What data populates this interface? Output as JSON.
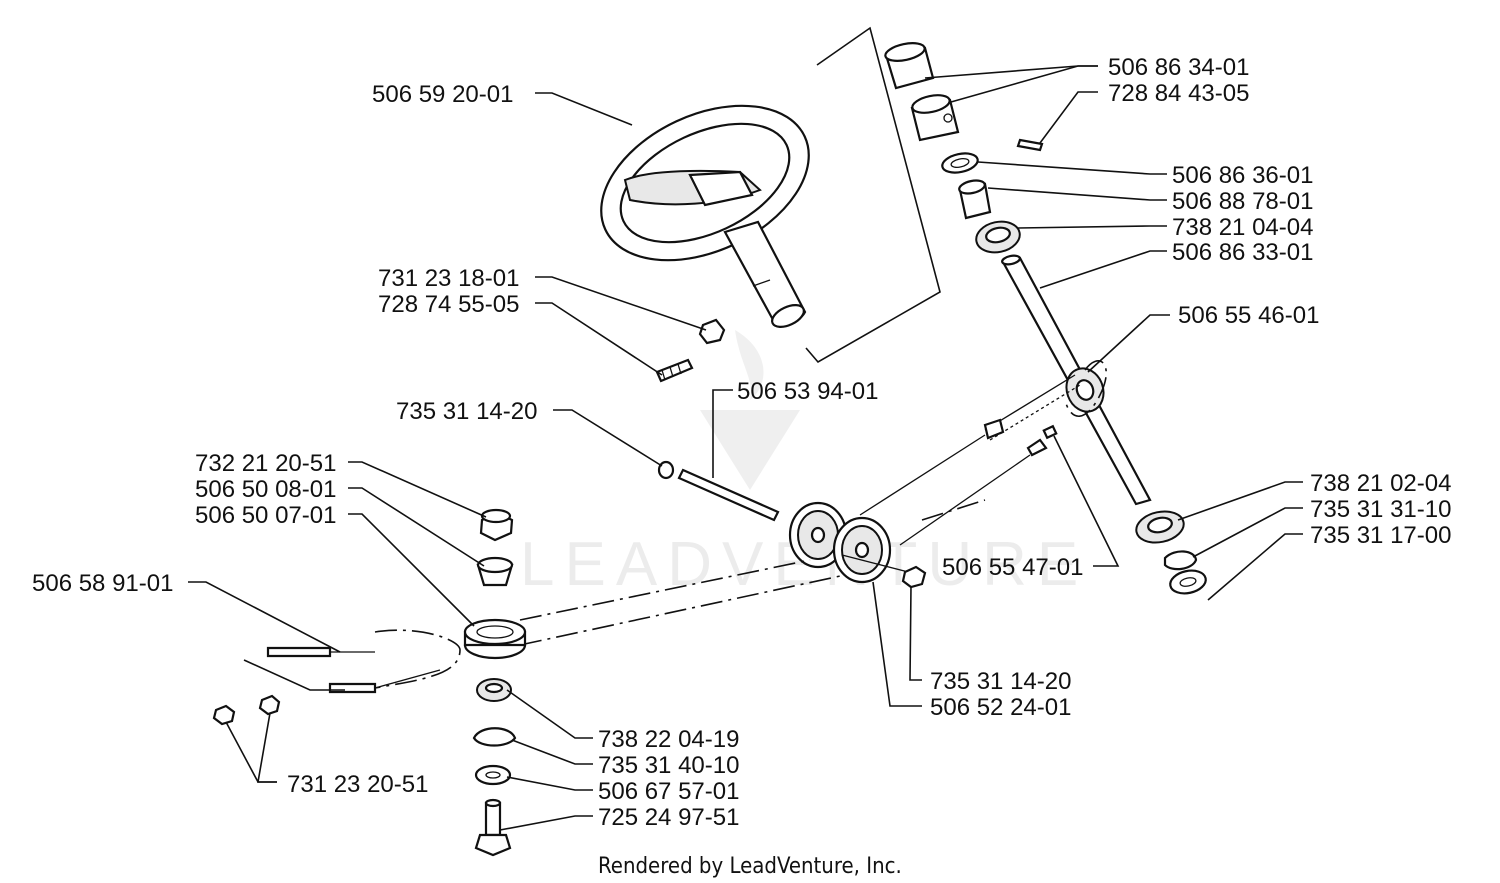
{
  "labels": {
    "steering_wheel": "506 59 20-01",
    "nut_wheel": "731 23 18-01",
    "screw_wheel": "728 74 55-05",
    "lock_nut_shaft": "735 31 14-20",
    "shaft_pulley": "506 53 94-01",
    "nut_top_left": "732 21 20-51",
    "bushing_left": "506 50 08-01",
    "pulley_left": "506 50 07-01",
    "cable": "506 58 91-01",
    "nuts_cable": "731 23 20-51",
    "bearing_low": "738 22 04-19",
    "circlip_low": "735 31 40-10",
    "washer_low": "506 67 57-01",
    "bolt_low": "725 24 97-51",
    "lock_nut_pulley": "735 31 14-20",
    "pulley_pair": "506 52 24-01",
    "chain_link": "506 55 47-01",
    "sprocket_chain": "506 55 46-01",
    "coupling_upper": "506 86 34-01",
    "set_screw": "728 84 43-05",
    "washer_upper": "506 86 36-01",
    "bushing_upper": "506 88 78-01",
    "bearing_upper": "738 21 04-04",
    "steering_shaft": "506 86 33-01",
    "bearing_lower": "738 21 02-04",
    "circlip_lower": "735 31 31-10",
    "washer_lower": "735 31 17-00"
  },
  "watermark": "LEADVENTURE",
  "footer": "Rendered by LeadVenture, Inc."
}
